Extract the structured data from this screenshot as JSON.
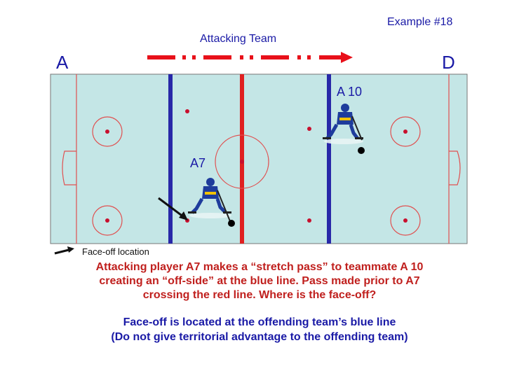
{
  "header": {
    "example": "Example #18",
    "attacking_team": "Attacking Team",
    "end_left": "A",
    "end_right": "D"
  },
  "rink": {
    "player_labels": {
      "a10": "A 10",
      "a7": "A7"
    },
    "legend": "Face-off location",
    "colors": {
      "ice": "#c4e6e6",
      "blue_line": "#2828a8",
      "red_line": "#e02020",
      "arrow": "#e8101a",
      "jersey": "#1e3c9c"
    }
  },
  "caption": {
    "line1": "Attacking player A7 makes a “stretch pass” to teammate A 10",
    "line2": "creating an “off-side” at the blue line.  Pass made prior to A7",
    "line3": "crossing the red line.   Where is the face-off?"
  },
  "answer": {
    "line1": "Face-off is located at the offending team’s blue line",
    "line2": "(Do not give territorial advantage to the offending team)"
  }
}
